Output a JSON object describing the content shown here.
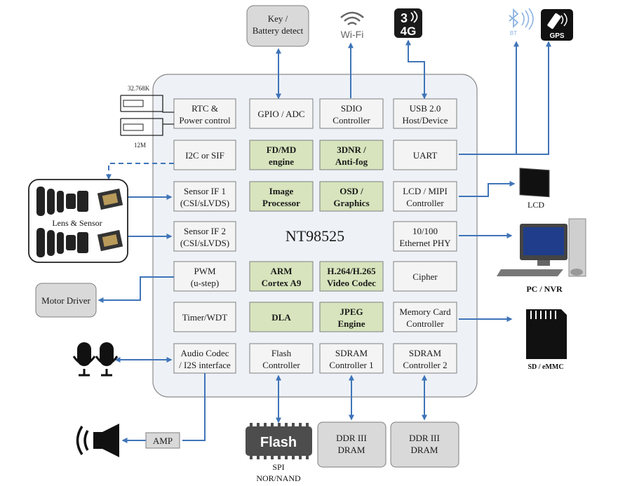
{
  "chip": {
    "name": "NT98525"
  },
  "blocks": {
    "rtc": [
      "RTC &",
      "Power control"
    ],
    "gpio": [
      "GPIO / ADC"
    ],
    "sdio": [
      "SDIO",
      "Controller"
    ],
    "usb": [
      "USB 2.0",
      "Host/Device"
    ],
    "i2c": [
      "I2C or SIF"
    ],
    "fdmd": [
      "FD/MD",
      "engine"
    ],
    "dnr": [
      "3DNR /",
      "Anti-fog"
    ],
    "uart": [
      "UART"
    ],
    "sensor1": [
      "Sensor IF 1",
      "(CSI/sLVDS)"
    ],
    "isp": [
      "Image",
      "Processor"
    ],
    "osd": [
      "OSD /",
      "Graphics"
    ],
    "lcd_if": [
      "LCD / MIPI",
      "Controller"
    ],
    "sensor2": [
      "Sensor IF 2",
      "(CSI/sLVDS)"
    ],
    "eth": [
      "10/100",
      "Ethernet PHY"
    ],
    "pwm": [
      "PWM",
      "(u-step)"
    ],
    "arm": [
      "ARM",
      "Cortex A9"
    ],
    "codec": [
      "H.264/H.265",
      "Video Codec"
    ],
    "cipher": [
      "Cipher"
    ],
    "timer": [
      "Timer/WDT"
    ],
    "dla": [
      "DLA"
    ],
    "jpeg": [
      "JPEG",
      "Engine"
    ],
    "mcard": [
      "Memory Card",
      "Controller"
    ],
    "audio": [
      "Audio Codec",
      "/ I2S interface"
    ],
    "flashctl": [
      "Flash",
      "Controller"
    ],
    "sdram1": [
      "SDRAM",
      "Controller 1"
    ],
    "sdram2": [
      "SDRAM",
      "Controller 2"
    ]
  },
  "external": {
    "key": [
      "Key /",
      "Battery detect"
    ],
    "motor": [
      "Motor Driver"
    ],
    "amp": [
      "AMP"
    ],
    "ddr1": [
      "DDR III",
      "DRAM"
    ],
    "ddr2": [
      "DDR III",
      "DRAM"
    ]
  },
  "labels": {
    "wifi": "Wi-Fi",
    "fourg": "4G",
    "bt": "BT",
    "gps": "GPS",
    "lcd": "LCD",
    "pc": "PC / NVR",
    "sd": "SD / eMMC",
    "lens": "Lens & Sensor",
    "flash_chip": "Flash",
    "spi": [
      "SPI",
      "NOR/NAND"
    ],
    "crystal1": "32.768K",
    "crystal2": "12M"
  },
  "colors": {
    "arrow": "#3f74b8",
    "chip_bg": "#eef2f7",
    "green_block": "#d7e4bd",
    "gray_block": "#d9d9d9"
  }
}
